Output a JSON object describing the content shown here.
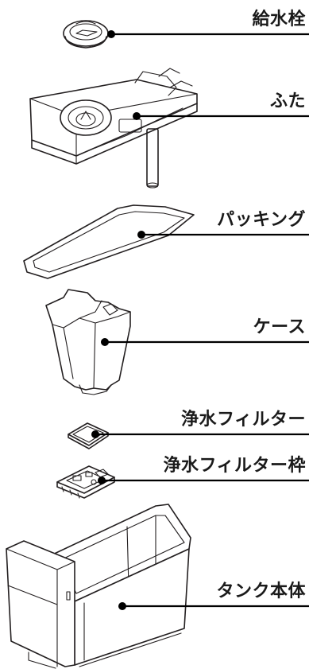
{
  "parts": [
    {
      "id": "water-cap",
      "label": "給水栓",
      "icon": "water-cap-icon"
    },
    {
      "id": "lid",
      "label": "ふた",
      "icon": "lid-icon"
    },
    {
      "id": "packing",
      "label": "パッキング",
      "icon": "packing-icon"
    },
    {
      "id": "case",
      "label": "ケース",
      "icon": "case-icon"
    },
    {
      "id": "filter",
      "label": "浄水フィルター",
      "icon": "filter-icon"
    },
    {
      "id": "filter-frame",
      "label": "浄水フィルター枠",
      "icon": "filter-frame-icon"
    },
    {
      "id": "tank",
      "label": "タンク本体",
      "icon": "tank-icon"
    }
  ]
}
